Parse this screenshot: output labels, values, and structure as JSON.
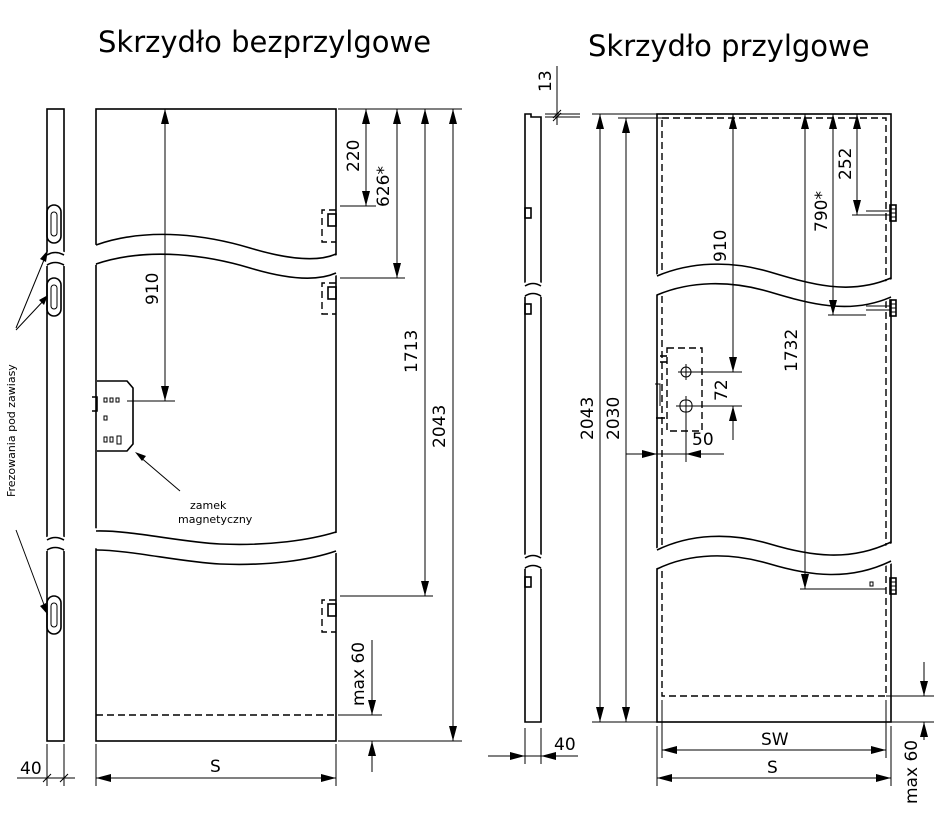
{
  "titles": {
    "left": "Skrzydło bezprzylgowe",
    "right": "Skrzydło przylgowe"
  },
  "left": {
    "dims": {
      "d220": "220",
      "d626": "626*",
      "d910": "910",
      "d1713": "1713",
      "d2043": "2043",
      "max60": "max 60",
      "d40": "40",
      "s": "S"
    },
    "labels": {
      "hinge_routing": "Frezowania pod zawiasy",
      "lock_line1": "zamek",
      "lock_line2": "magnetyczny"
    }
  },
  "right": {
    "dims": {
      "d13": "13",
      "d252": "252",
      "d790": "790*",
      "d910": "910",
      "d1732": "1732",
      "d72": "72",
      "d50": "50",
      "d2043": "2043",
      "d2030": "2030",
      "d40": "40",
      "sw": "SW",
      "s": "S",
      "max60": "max 60"
    }
  }
}
